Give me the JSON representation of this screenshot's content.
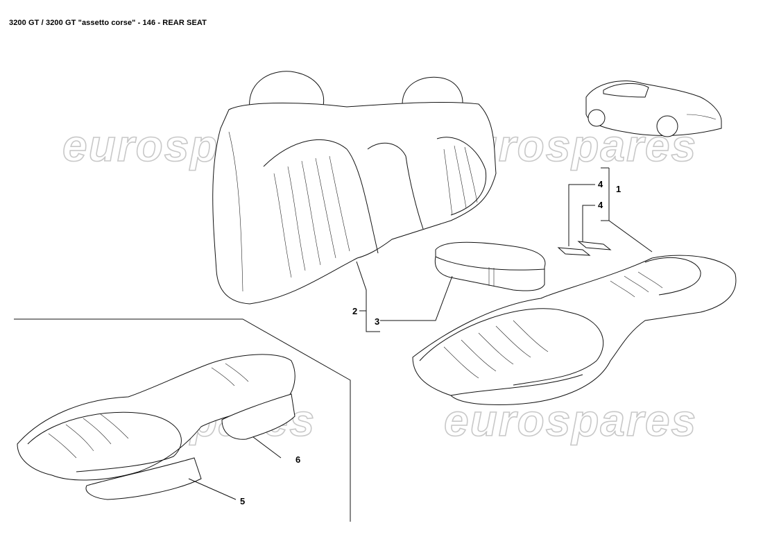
{
  "title": "3200 GT / 3200 GT \"assetto corse\" - 146 - REAR SEAT",
  "watermark": "eurospares",
  "callouts": [
    "1",
    "2",
    "3",
    "4",
    "4",
    "5",
    "6"
  ]
}
